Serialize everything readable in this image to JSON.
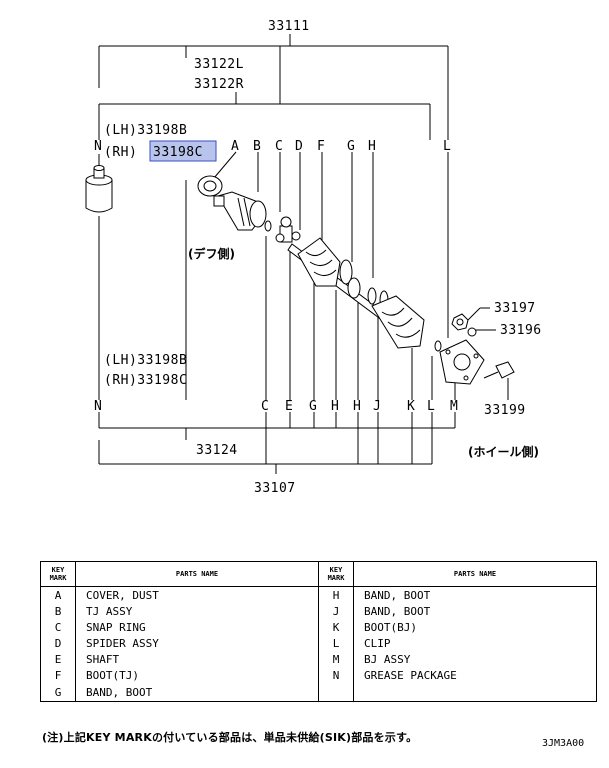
{
  "diagram": {
    "part_numbers": {
      "top_assembly": "33111",
      "inner_left": "33122L",
      "inner_right": "33122R",
      "lh_top": "(LH)33198B",
      "rh_top_prefix": "(RH)",
      "rh_top_highlighted": "33198C",
      "lh_bottom": "(LH)33198B",
      "rh_bottom": "(RH)33198C",
      "nut": "33197",
      "washer": "33196",
      "bolt": "33199",
      "shaft_assy": "33124",
      "bottom_assembly": "33107"
    },
    "top_key_marks": [
      "N",
      "A",
      "B",
      "C",
      "D",
      "F",
      "G",
      "H",
      "L"
    ],
    "bottom_key_marks": [
      "N",
      "C",
      "E",
      "G",
      "H",
      "H",
      "J",
      "K",
      "L",
      "M"
    ],
    "diff_side_note": "(デフ側)",
    "wheel_side_note": "(ホイール側)"
  },
  "parts_table": {
    "headers": {
      "key_mark_line1": "KEY",
      "key_mark_line2": "MARK",
      "parts_name": "PARTS NAME"
    },
    "left_rows": [
      {
        "key": "A",
        "name": "COVER, DUST"
      },
      {
        "key": "B",
        "name": "TJ ASSY"
      },
      {
        "key": "C",
        "name": "SNAP RING"
      },
      {
        "key": "D",
        "name": "SPIDER ASSY"
      },
      {
        "key": "E",
        "name": "SHAFT"
      },
      {
        "key": "F",
        "name": "BOOT(TJ)"
      },
      {
        "key": "G",
        "name": "BAND, BOOT"
      }
    ],
    "right_rows": [
      {
        "key": "H",
        "name": "BAND, BOOT"
      },
      {
        "key": "J",
        "name": "BAND, BOOT"
      },
      {
        "key": "K",
        "name": "BOOT(BJ)"
      },
      {
        "key": "L",
        "name": "CLIP"
      },
      {
        "key": "M",
        "name": "BJ ASSY"
      },
      {
        "key": "N",
        "name": "GREASE PACKAGE"
      },
      {
        "key": "",
        "name": ""
      }
    ]
  },
  "footnote": "(注)上記KEY MARKの付いている部品は、単品未供給(SIK)部品を示す。",
  "figure_code": "3JM3A00",
  "colors": {
    "highlight_fill": "#b9c4ec",
    "highlight_border": "#3b4fbf",
    "line": "#000000"
  }
}
